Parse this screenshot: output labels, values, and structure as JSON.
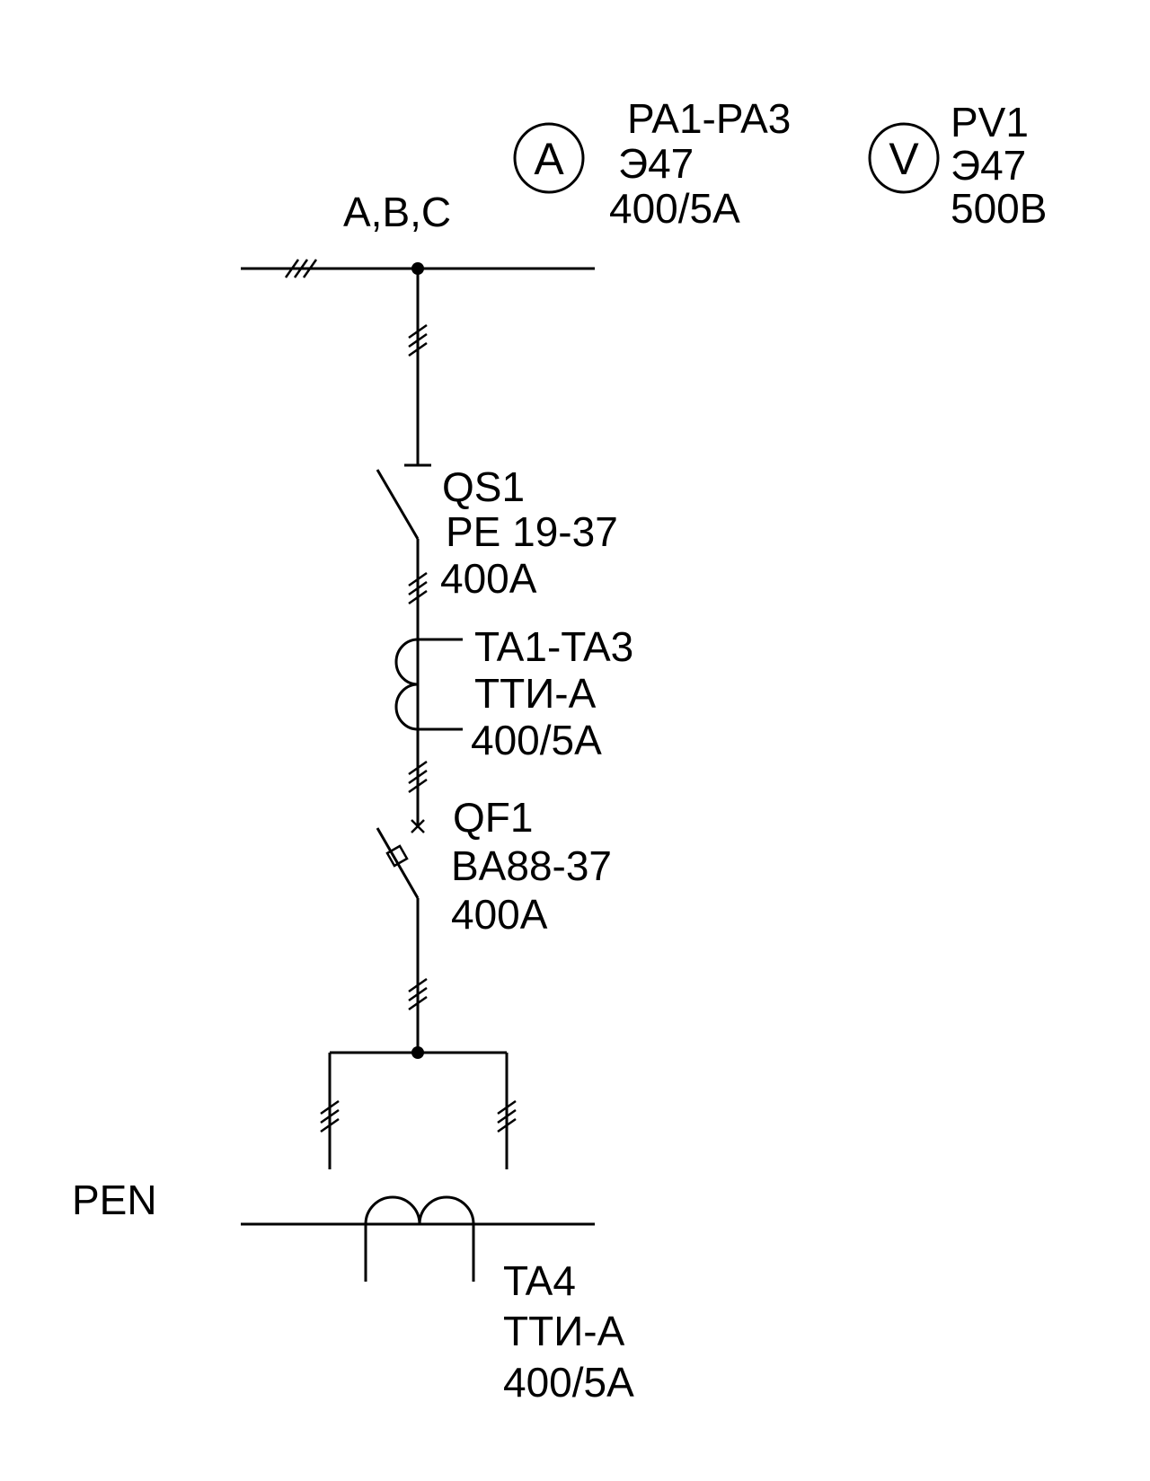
{
  "bus_phases": "A,B,C",
  "pen_label": "PEN",
  "ammeter": {
    "symbol": "A",
    "designation": "PA1-PA3",
    "type": "Э47",
    "rating": "400/5A"
  },
  "voltmeter": {
    "symbol": "V",
    "designation": "PV1",
    "type": "Э47",
    "rating": "500В"
  },
  "switch_qs1": {
    "designation": "QS1",
    "type": "PE 19-37",
    "rating": "400A"
  },
  "ct_main": {
    "designation": "TA1-TA3",
    "type": "ТТИ-А",
    "rating": "400/5A"
  },
  "breaker_qf1": {
    "designation": "QF1",
    "type": "BA88-37",
    "rating": "400A"
  },
  "ct_pen": {
    "designation": "TA4",
    "type": "ТТИ-А",
    "rating": "400/5A"
  }
}
